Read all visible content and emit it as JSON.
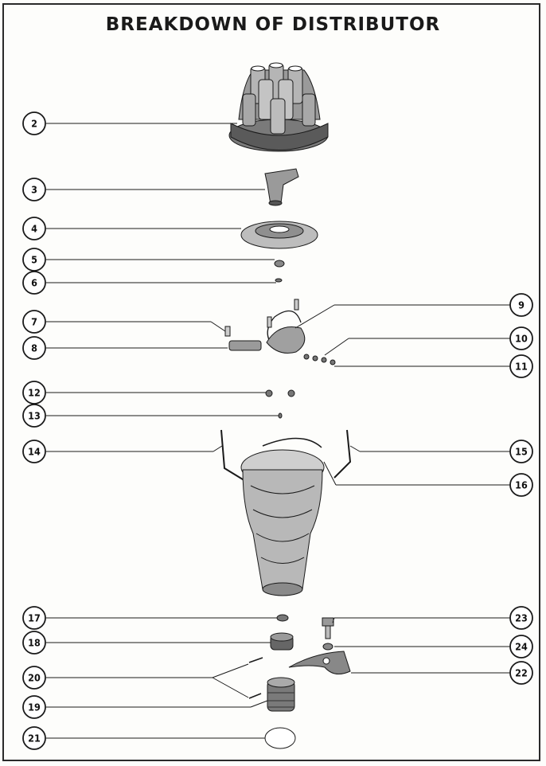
{
  "title": "BREAKDOWN OF DISTRIBUTOR",
  "colors": {
    "ink": "#1a1a1a",
    "paper": "#fdfdfb",
    "shade": "#8a8a8a"
  },
  "callouts_left": [
    "2",
    "3",
    "4",
    "5",
    "6",
    "7",
    "8",
    "12",
    "13",
    "14",
    "17",
    "18",
    "20",
    "19",
    "21"
  ],
  "callouts_right": [
    "9",
    "10",
    "11",
    "15",
    "16",
    "23",
    "24",
    "22"
  ]
}
